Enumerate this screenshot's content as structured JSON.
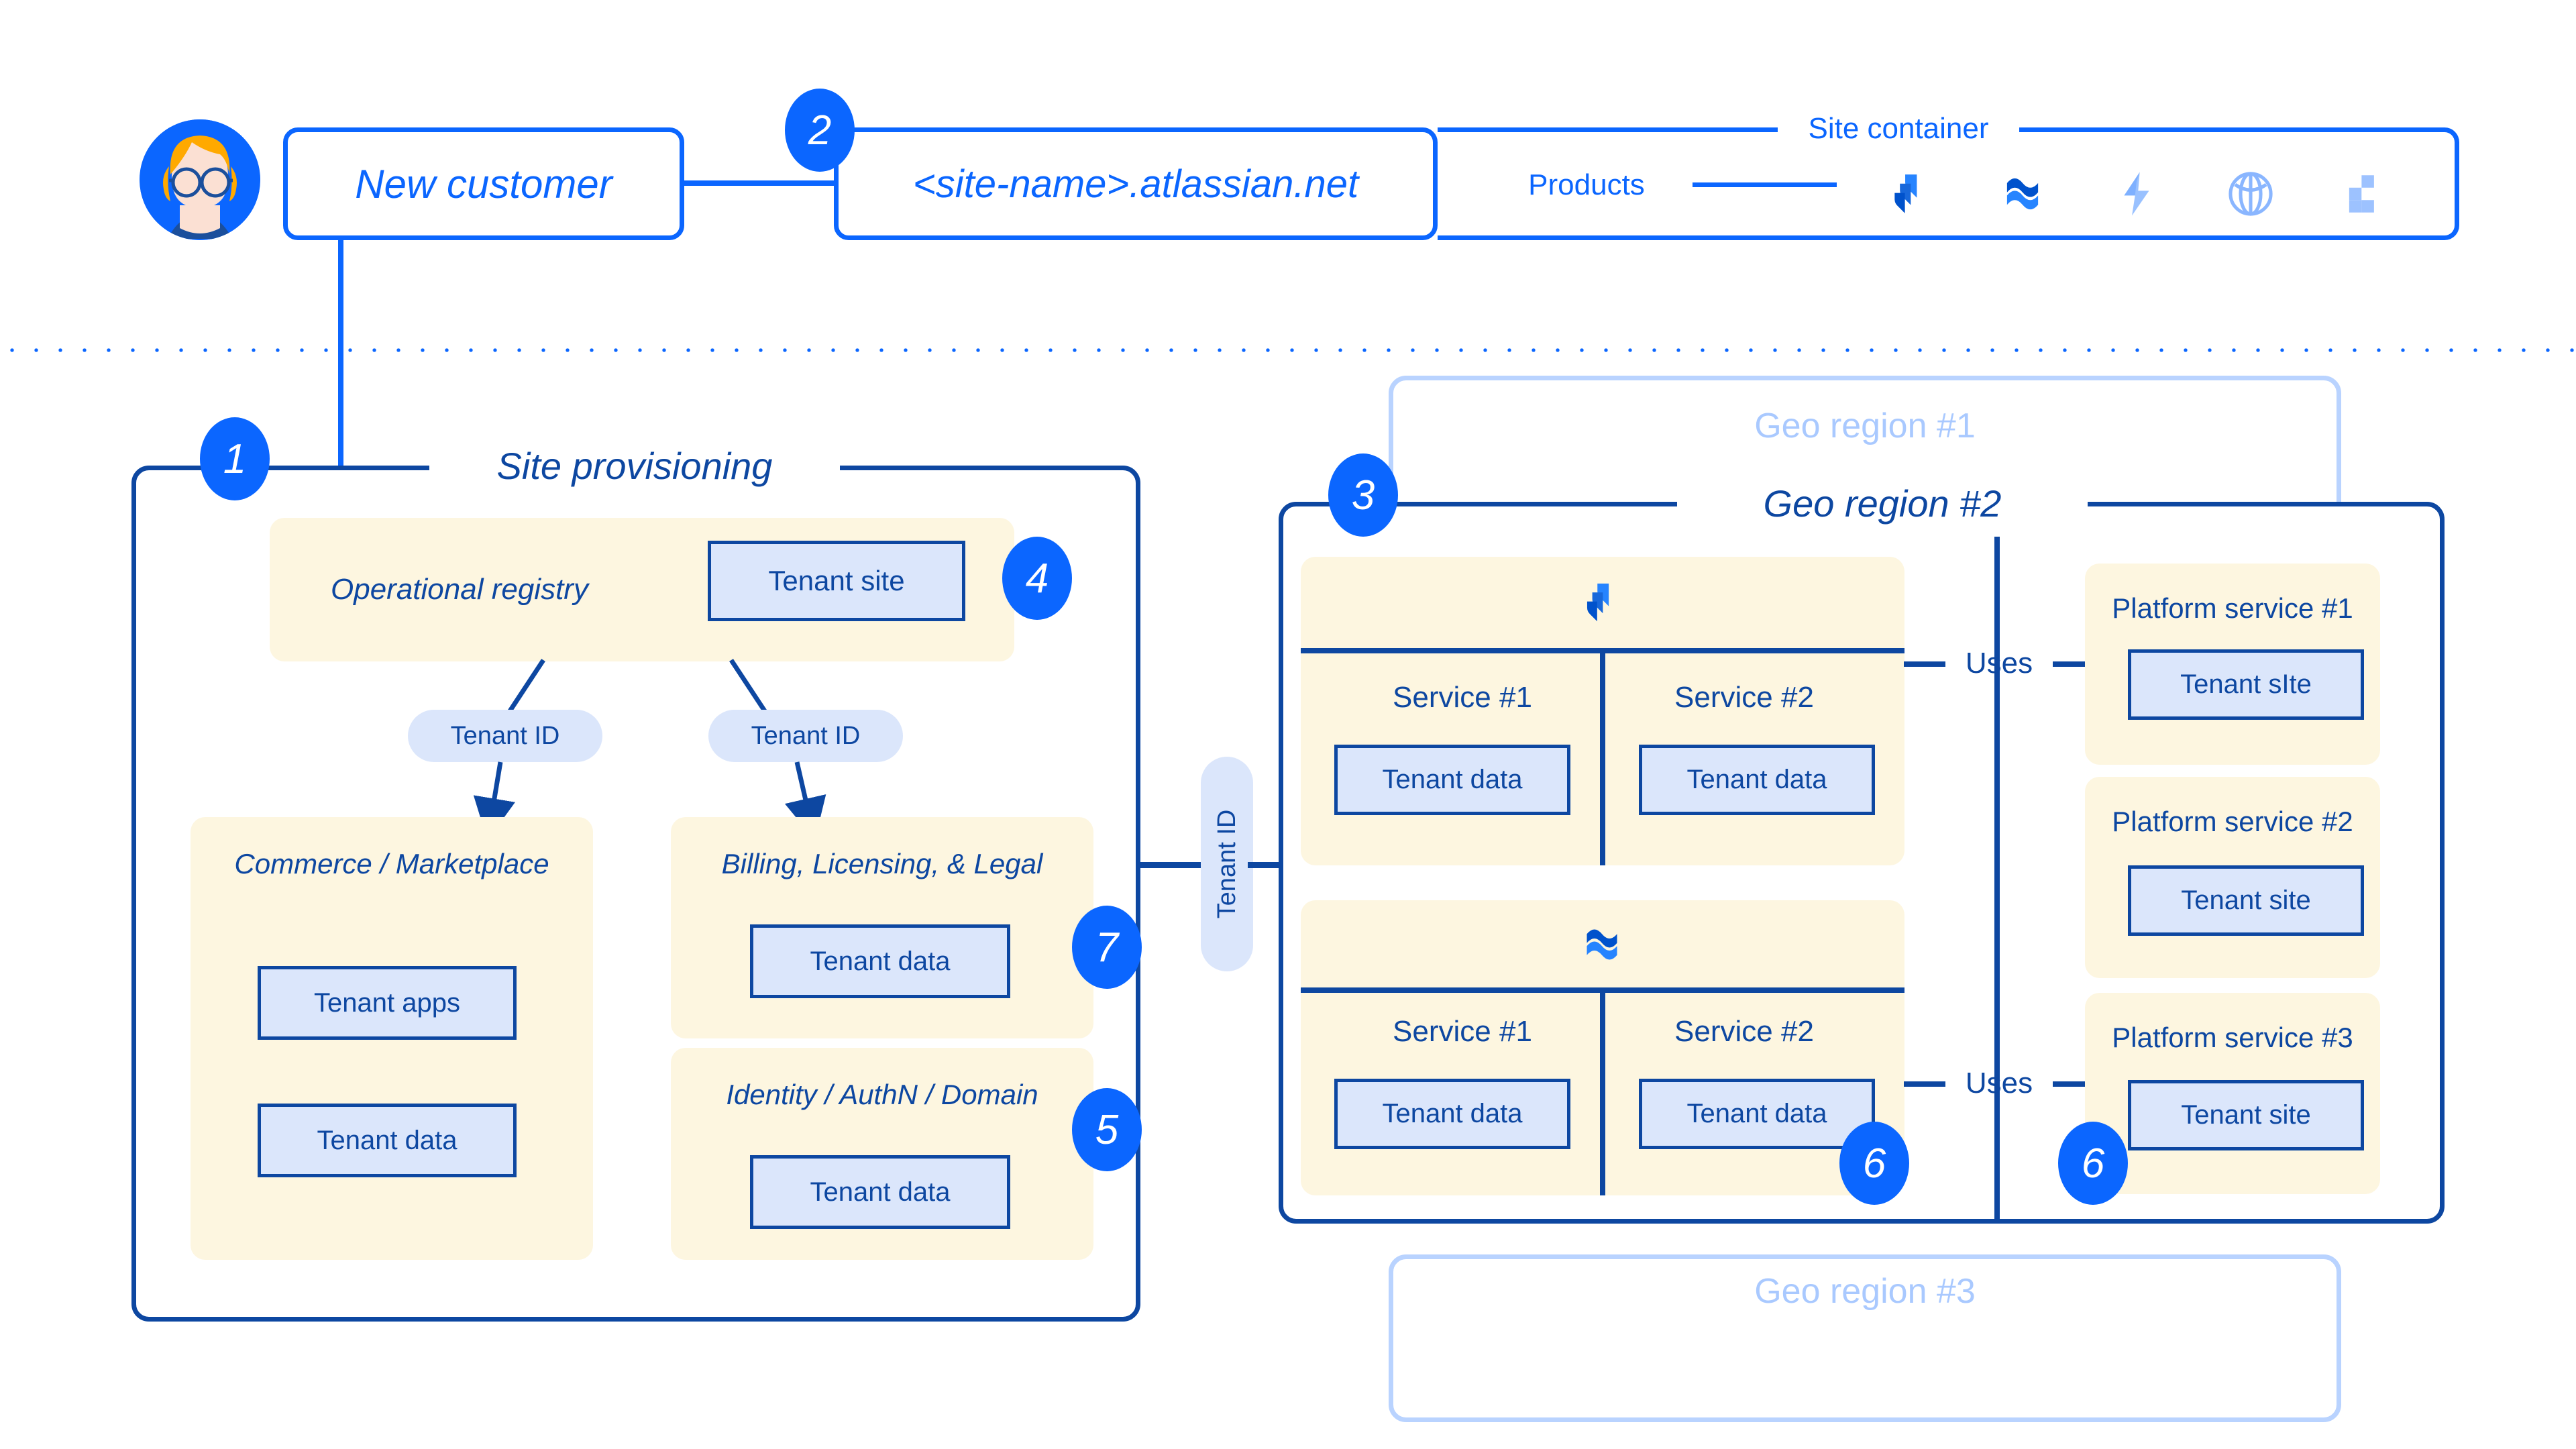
{
  "header": {
    "avatar_name": "customer-avatar",
    "customer_label": "New customer",
    "site_name_label": "<site-name>.atlassian.net",
    "site_container_label": "Site container",
    "products_label": "Products",
    "product_icons": [
      "jira-icon",
      "confluence-icon",
      "jira-service-management-icon",
      "atlassian-compass-icon",
      "bitbucket-icon"
    ]
  },
  "badges": {
    "one": "1",
    "two": "2",
    "three": "3",
    "four": "4",
    "five": "5",
    "six_a": "6",
    "six_b": "6",
    "seven": "7"
  },
  "provisioning": {
    "title": "Site provisioning",
    "operational_registry": {
      "title": "Operational registry",
      "tenant_site": "Tenant site"
    },
    "tenant_id_left": "Tenant ID",
    "tenant_id_right": "Tenant ID",
    "commerce": {
      "title": "Commerce / Marketplace",
      "tenant_apps": "Tenant apps",
      "tenant_data": "Tenant data"
    },
    "billing": {
      "title": "Billing, Licensing, & Legal",
      "tenant_data": "Tenant data"
    },
    "identity": {
      "title": "Identity / AuthN / Domain",
      "tenant_data": "Tenant data"
    }
  },
  "bridge": {
    "tenant_id": "Tenant ID"
  },
  "geo": {
    "region1_title": "Geo region #1",
    "region2_title": "Geo region #2",
    "region3_title": "Geo region #3",
    "products": [
      {
        "icon": "jira-icon",
        "services": [
          {
            "title": "Service #1",
            "tenant_data": "Tenant data"
          },
          {
            "title": "Service #2",
            "tenant_data": "Tenant data"
          }
        ]
      },
      {
        "icon": "confluence-icon",
        "services": [
          {
            "title": "Service #1",
            "tenant_data": "Tenant data"
          },
          {
            "title": "Service #2",
            "tenant_data": "Tenant data"
          }
        ]
      }
    ],
    "uses_top": "Uses",
    "uses_bottom": "Uses",
    "platform_services": [
      {
        "title": "Platform service #1",
        "tenant": "Tenant sIte"
      },
      {
        "title": "Platform service #2",
        "tenant": "Tenant site"
      },
      {
        "title": "Platform service #3",
        "tenant": "Tenant site"
      }
    ]
  },
  "colors": {
    "bright_blue": "#0b66ff",
    "navy": "#0d47a1",
    "cream": "#fdf6e0",
    "light_blue_fill": "#dbe6fb",
    "ghost_blue": "#b9d3ff"
  }
}
